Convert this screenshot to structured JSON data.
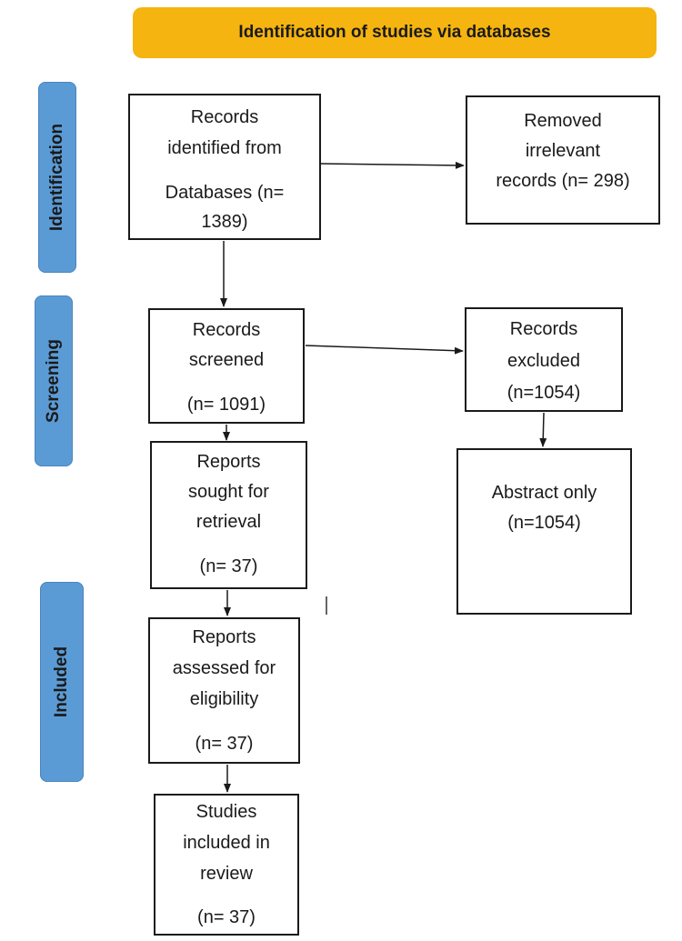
{
  "header": {
    "title": "Identification of studies via databases"
  },
  "phases": {
    "identification": "Identification",
    "screening": "Screening",
    "included": "Included"
  },
  "boxes": {
    "records_identified": {
      "lines": [
        "Records",
        "identified from",
        "Databases (n=",
        "1389)"
      ]
    },
    "removed_irrelevant": {
      "lines": [
        "Removed",
        "irrelevant",
        "records (n= 298)"
      ]
    },
    "records_screened": {
      "lines": [
        "Records",
        "screened",
        "(n= 1091)"
      ]
    },
    "records_excluded": {
      "lines": [
        "Records",
        "excluded",
        "(n=1054)"
      ]
    },
    "reports_sought": {
      "lines": [
        "Reports",
        "sought for",
        "retrieval",
        "(n= 37)"
      ]
    },
    "abstract_only": {
      "lines": [
        "Abstract only",
        "(n=1054)"
      ]
    },
    "reports_assessed": {
      "lines": [
        "Reports",
        "assessed for",
        "eligibility",
        "(n= 37)"
      ]
    },
    "studies_included": {
      "lines": [
        "Studies",
        "included in",
        "review",
        "(n= 37)"
      ]
    }
  },
  "colors": {
    "header": "#f5b40f",
    "phase": "#5b9bd5",
    "border": "#1a1a1a"
  }
}
